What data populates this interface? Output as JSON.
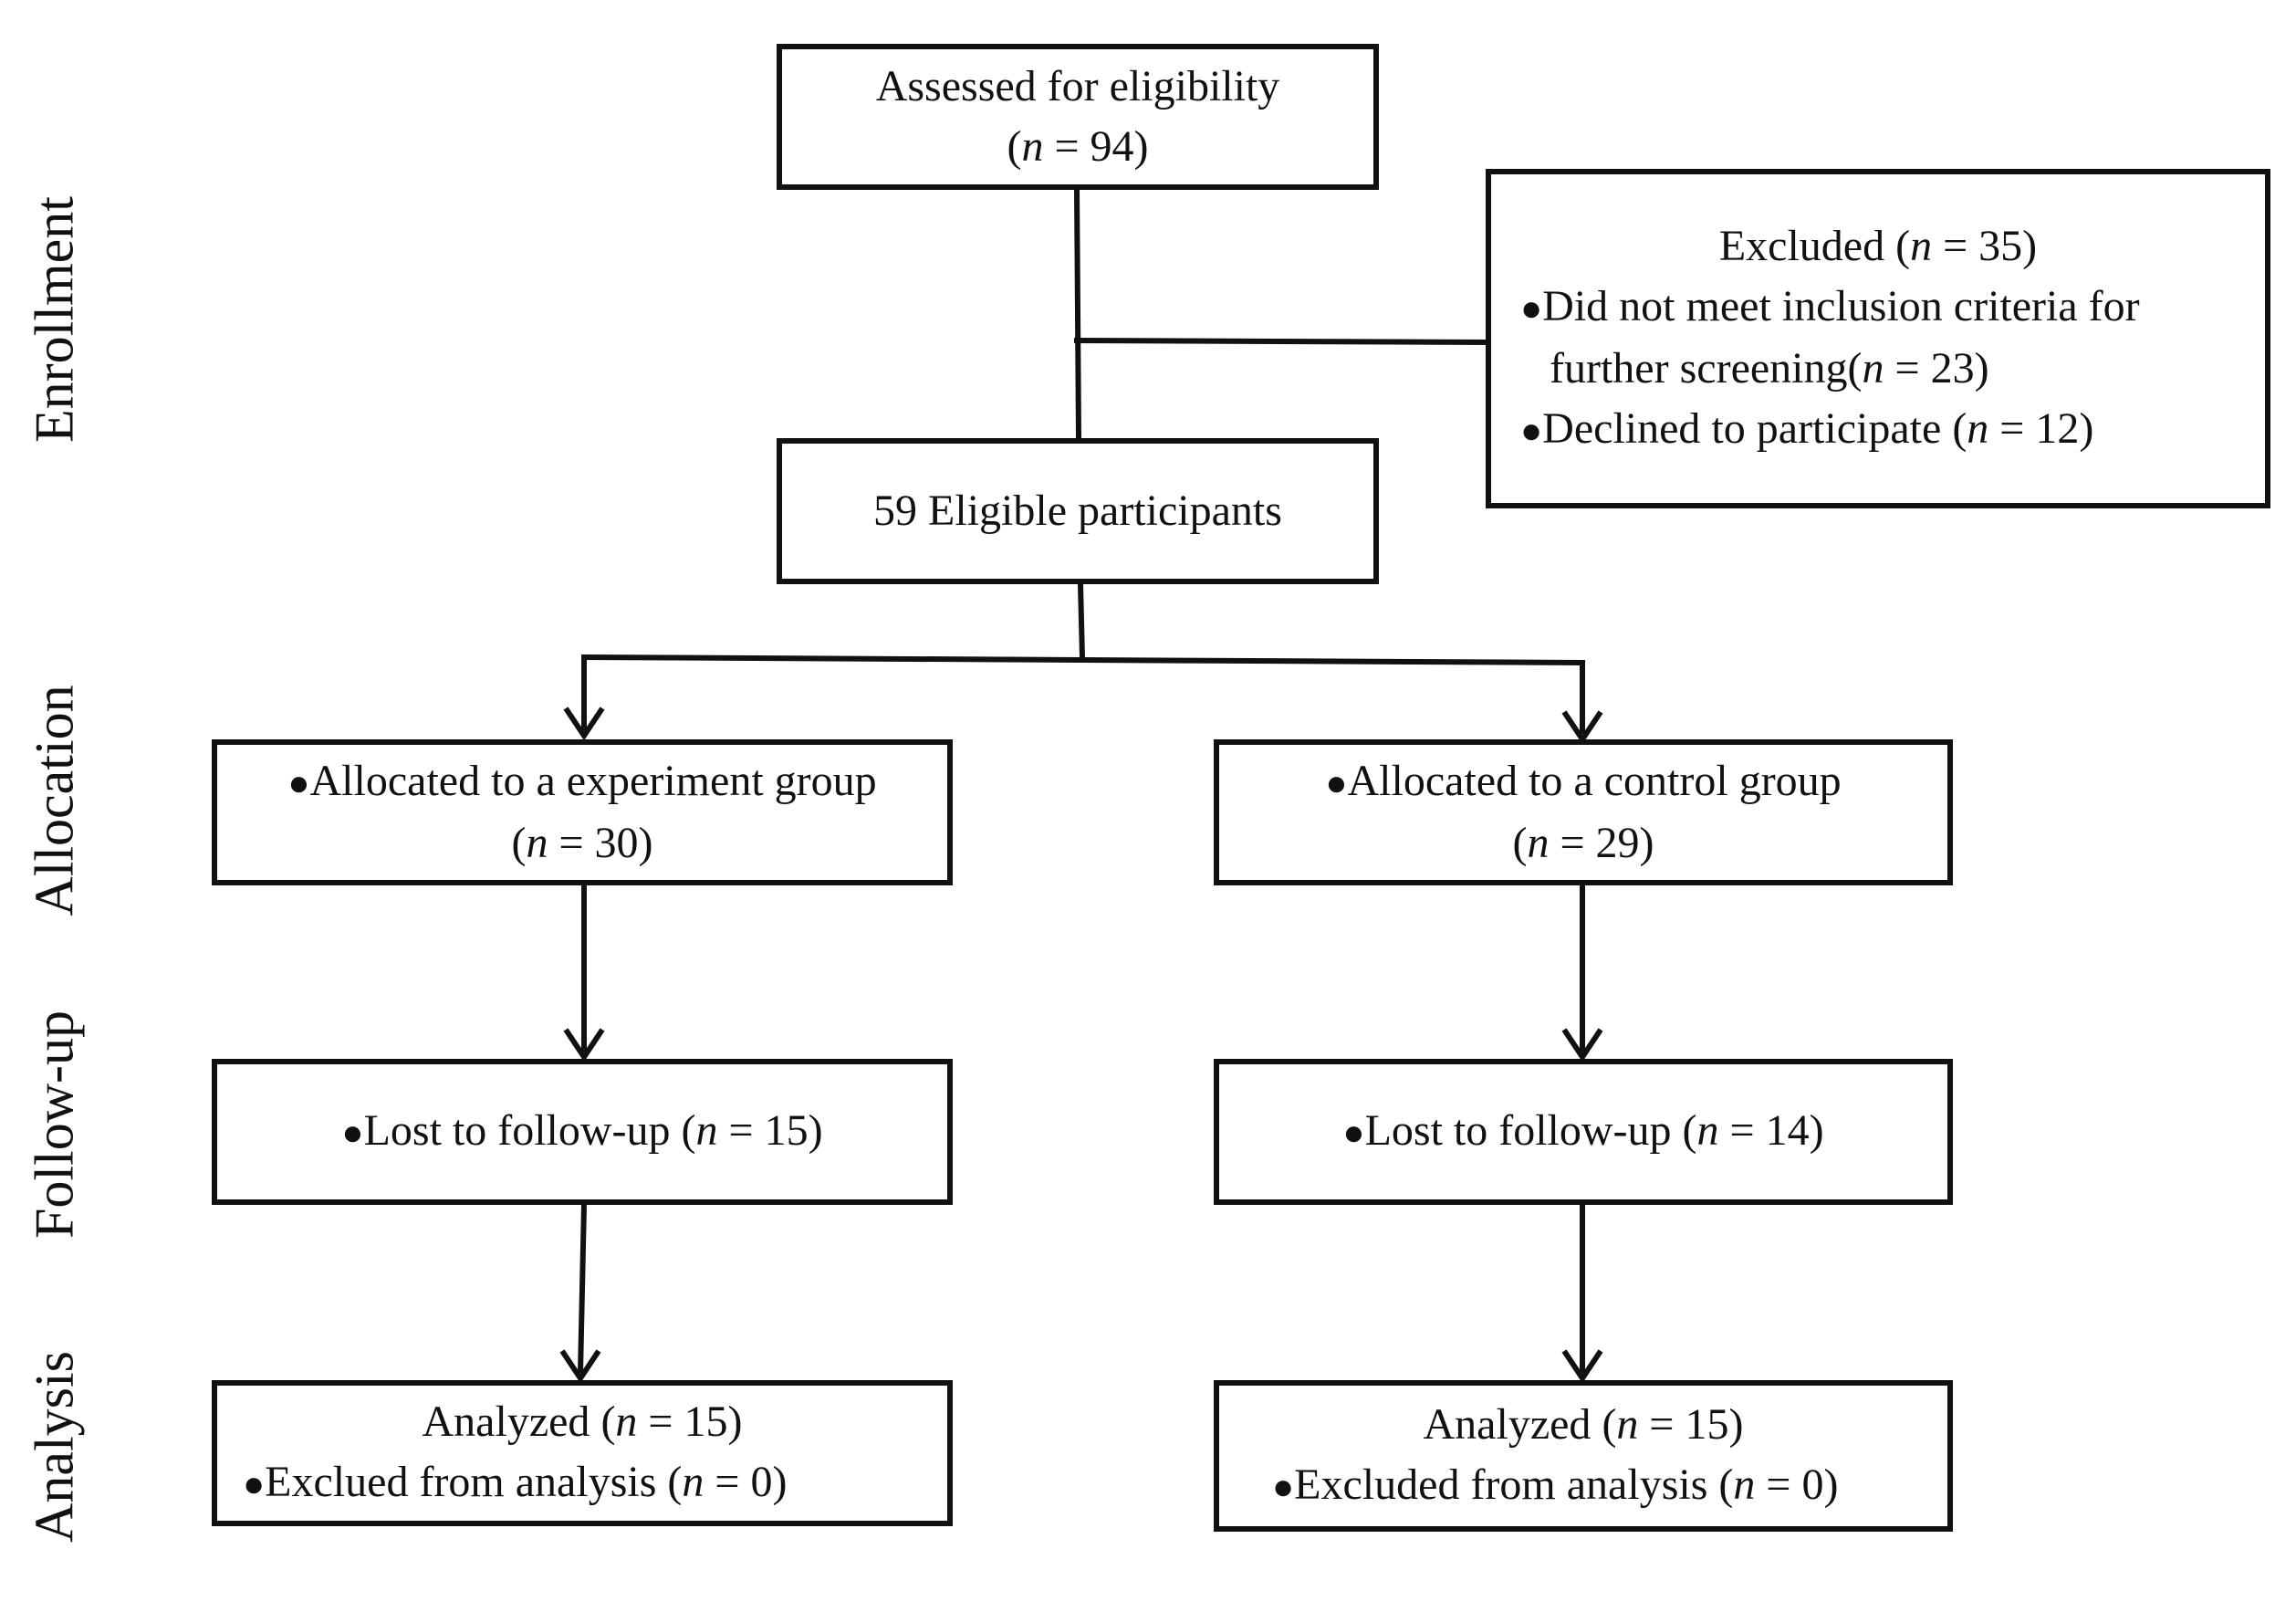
{
  "stages": {
    "enrollment": "Enrollment",
    "allocation": "Allocation",
    "follow_up": "Follow-up",
    "analysis": "Analysis"
  },
  "bullet": "●",
  "n_label": "n",
  "assessed": {
    "label": "Assessed for eligibility",
    "count": "94"
  },
  "excluded": {
    "title": "Excluded",
    "count": "35",
    "item1_a": "Did not meet inclusion criteria  for",
    "item1_b": "further screening(",
    "item1_count": "23",
    "item2": "Declined to participate",
    "item2_count": "12"
  },
  "eligible": {
    "label": "59 Eligible participants"
  },
  "experiment": {
    "allocated": "Allocated to a experiment group",
    "allocated_count": "30",
    "lost": "Lost to follow-up",
    "lost_count": "15",
    "analyzed": "Analyzed",
    "analyzed_count": "15",
    "excluded": "Exclued from analysis",
    "excluded_count": "0"
  },
  "control": {
    "allocated": "Allocated to a control group",
    "allocated_count": "29",
    "lost": "Lost to follow-up",
    "lost_count": "14",
    "analyzed": "Analyzed",
    "analyzed_count": "15",
    "excluded": "Excluded from analysis",
    "excluded_count": "0"
  }
}
